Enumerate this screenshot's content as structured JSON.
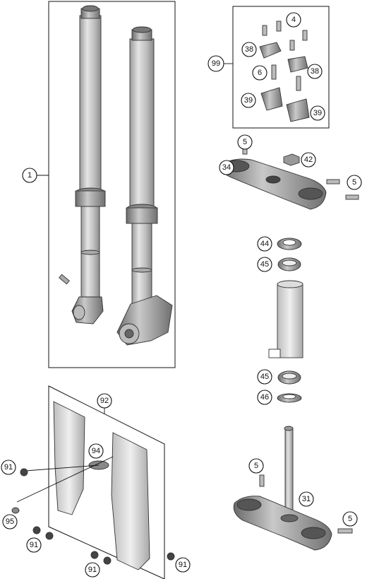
{
  "diagram": {
    "callouts": [
      {
        "id": "c-1",
        "label": "1"
      },
      {
        "id": "c-4",
        "label": "4"
      },
      {
        "id": "c-99",
        "label": "99"
      },
      {
        "id": "c-38a",
        "label": "38"
      },
      {
        "id": "c-38b",
        "label": "38"
      },
      {
        "id": "c-6",
        "label": "6"
      },
      {
        "id": "c-39a",
        "label": "39"
      },
      {
        "id": "c-39b",
        "label": "39"
      },
      {
        "id": "c-5a",
        "label": "5"
      },
      {
        "id": "c-42",
        "label": "42"
      },
      {
        "id": "c-34",
        "label": "34"
      },
      {
        "id": "c-5b",
        "label": "5"
      },
      {
        "id": "c-44",
        "label": "44"
      },
      {
        "id": "c-45a",
        "label": "45"
      },
      {
        "id": "c-45b",
        "label": "45"
      },
      {
        "id": "c-46",
        "label": "46"
      },
      {
        "id": "c-92",
        "label": "92"
      },
      {
        "id": "c-94",
        "label": "94"
      },
      {
        "id": "c-91a",
        "label": "91"
      },
      {
        "id": "c-95",
        "label": "95"
      },
      {
        "id": "c-91b",
        "label": "91"
      },
      {
        "id": "c-5c",
        "label": "5"
      },
      {
        "id": "c-31",
        "label": "31"
      },
      {
        "id": "c-5d",
        "label": "5"
      },
      {
        "id": "c-91c",
        "label": "91"
      },
      {
        "id": "c-91d",
        "label": "91"
      }
    ]
  }
}
